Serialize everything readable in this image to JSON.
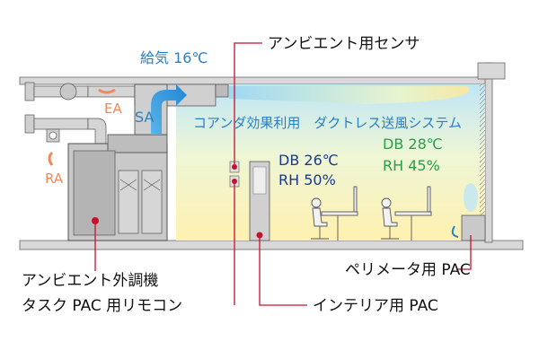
{
  "labels": {
    "sensor": "アンビエント用センサ",
    "supply_air_temp": "給気 16℃",
    "ea": "EA",
    "sa": "SA",
    "ra": "RA",
    "coanda_system": "コアンダ効果利用　ダクトレス送風システム",
    "db_interior": "DB 26℃",
    "rh_interior": "RH 50%",
    "db_perimeter": "DB 28℃",
    "rh_perimeter": "RH 45%",
    "ambient_unit": "アンビエント外調機",
    "task_remote": "タスク PAC 用リモコン",
    "perimeter_pac": "ペリメータ用 PAC",
    "interior_pac": "インテリア用 PAC"
  },
  "colors": {
    "blue_text": "#2a7fc3",
    "green_text": "#2a9d4a",
    "navy_text": "#1a3a8a",
    "orange_arrow": "#f08a5d",
    "leader_red": "#c8102e",
    "sky_blue": "#bfe6f7",
    "warm_yellow": "#fff3b8"
  }
}
